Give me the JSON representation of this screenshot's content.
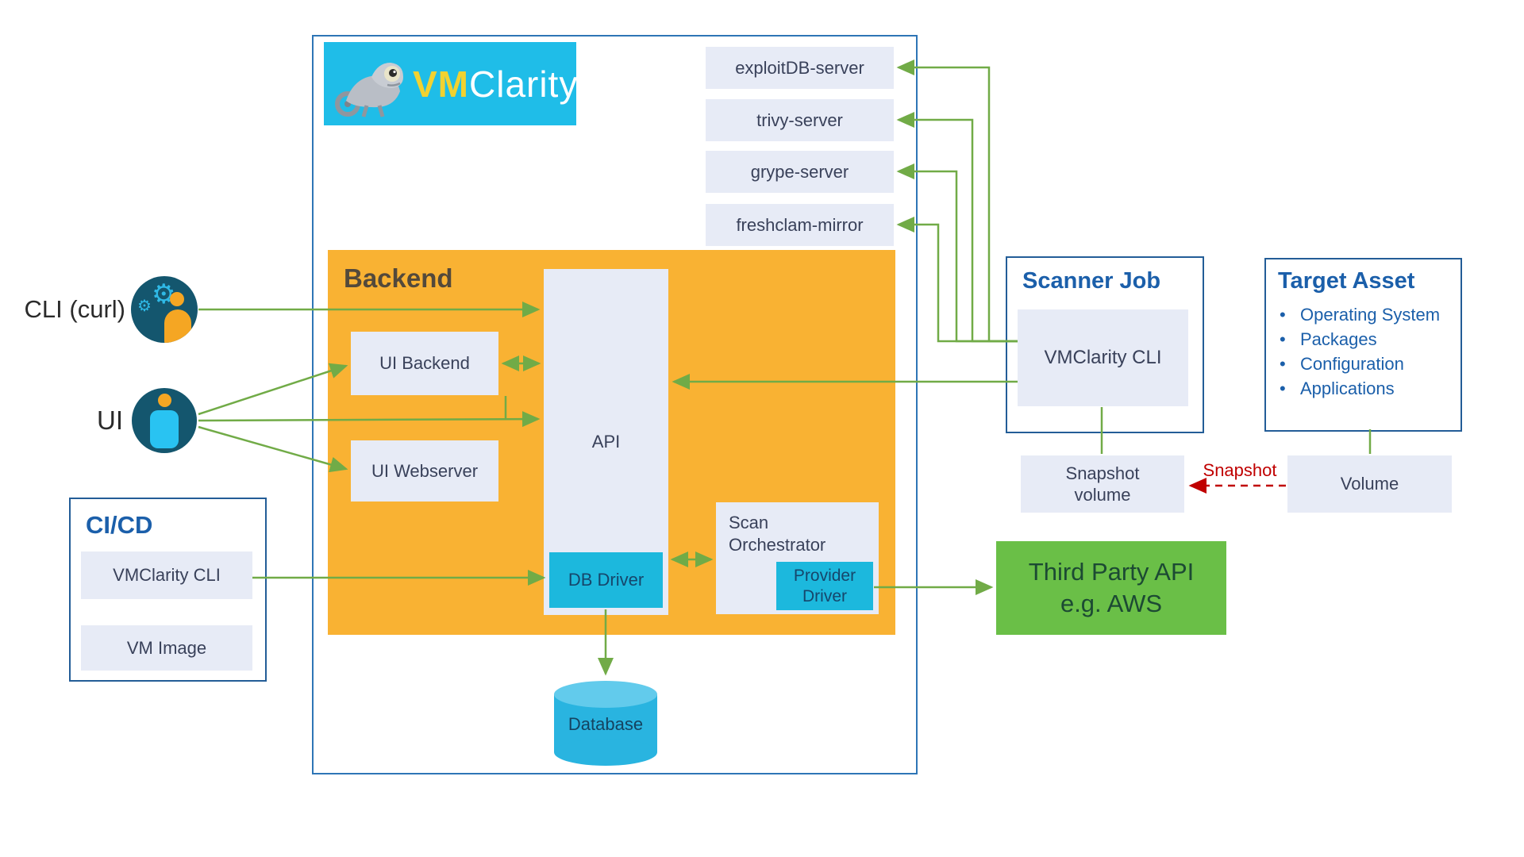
{
  "brand": {
    "bold": "VM",
    "light": "Clarity"
  },
  "actors": {
    "cli_label": "CLI (curl)",
    "ui_label": "UI"
  },
  "external_services": {
    "items": [
      "exploitDB-server",
      "trivy-server",
      "grype-server",
      "freshclam-mirror"
    ]
  },
  "backend": {
    "title": "Backend",
    "ui_backend": "UI Backend",
    "ui_webserver": "UI Webserver",
    "api": "API",
    "db_driver": "DB Driver",
    "scan_orchestrator": "Scan Orchestrator",
    "provider_driver": "Provider Driver",
    "database": "Database"
  },
  "cicd": {
    "title": "CI/CD",
    "vmclarity_cli": "VMClarity CLI",
    "vm_image": "VM Image"
  },
  "scanner_job": {
    "title": "Scanner Job",
    "vmclarity_cli": "VMClarity CLI"
  },
  "target_asset": {
    "title": "Target Asset",
    "bullets": [
      "Operating System",
      "Packages",
      "Configuration",
      "Applications"
    ]
  },
  "snapshot_volume": {
    "line1": "Snapshot",
    "line2": "volume"
  },
  "volume_label": "Volume",
  "third_party": {
    "line1": "Third Party API",
    "line2": "e.g. AWS"
  },
  "snapshot_arrow_label": "Snapshot",
  "colors": {
    "arrow_green": "#71ab47",
    "backend_orange": "#f9b233",
    "cyan_accent": "#1cb8dd",
    "container_blue": "#2e75b6",
    "title_blue": "#1b5faa",
    "snapshot_red": "#c00000",
    "third_party_green": "#6abf47",
    "node_lavender": "#e7ebf6"
  }
}
